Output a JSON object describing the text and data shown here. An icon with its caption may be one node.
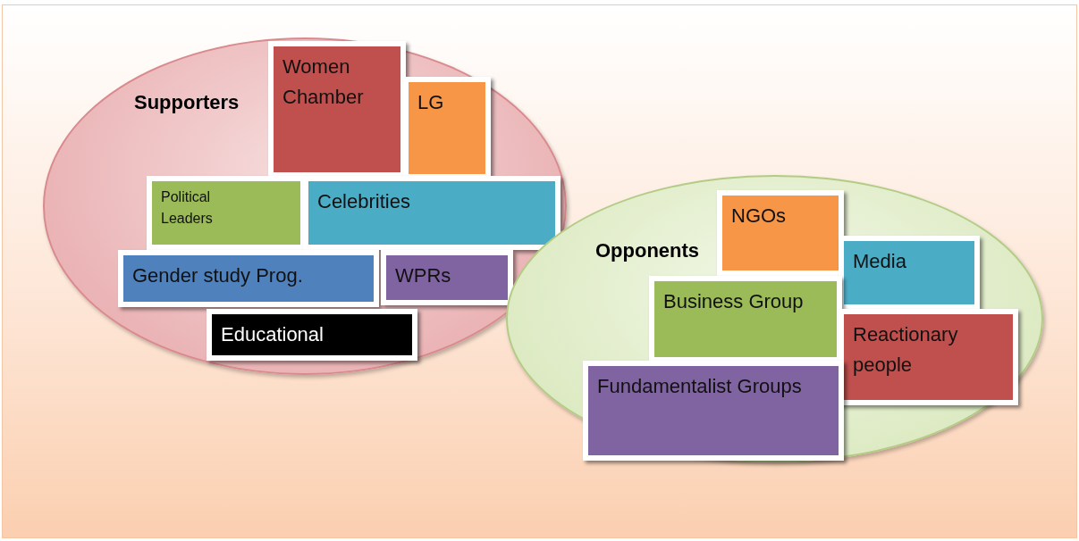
{
  "diagram": {
    "nodes": [
      {
        "text": [
          "Supporters"
        ]
      },
      {
        "text": [
          "Women Chamber"
        ],
        "in": 0
      },
      {
        "text": [
          "LG"
        ],
        "in": 0
      },
      {
        "text": [
          "Political Leaders"
        ],
        "in": 0
      },
      {
        "text": [
          "Celebrities"
        ],
        "in": 0
      },
      {
        "text": [
          "Gender study Prog."
        ],
        "in": 0
      },
      {
        "text": [
          "WPRs"
        ],
        "in": 0
      },
      {
        "text": [
          "Educational"
        ],
        "in": 0
      },
      {
        "text": [
          "Opponents"
        ]
      },
      {
        "text": [
          "NGOs"
        ],
        "in": 8
      },
      {
        "text": [
          "Media"
        ],
        "in": 8
      },
      {
        "text": [
          "Business Group"
        ],
        "in": 8
      },
      {
        "text": [
          "Reactionary people"
        ],
        "in": 8
      },
      {
        "text": [
          "Fundamentalist Groups"
        ],
        "in": 8
      }
    ]
  }
}
